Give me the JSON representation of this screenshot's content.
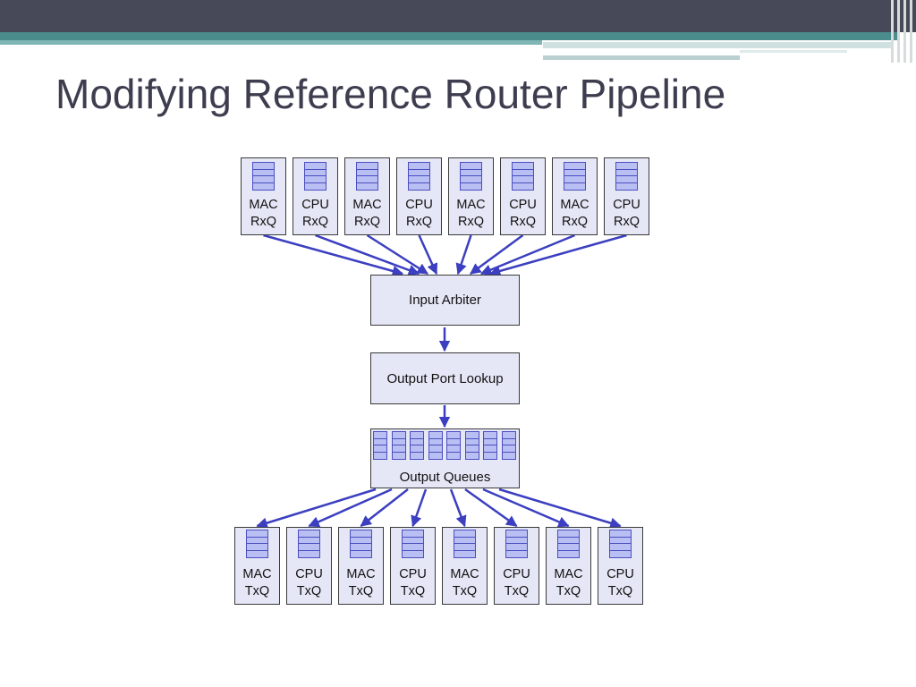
{
  "slide": {
    "title": "Modifying Reference Router Pipeline"
  },
  "diagram": {
    "rx_queues": [
      {
        "line1": "MAC",
        "line2": "RxQ"
      },
      {
        "line1": "CPU",
        "line2": "RxQ"
      },
      {
        "line1": "MAC",
        "line2": "RxQ"
      },
      {
        "line1": "CPU",
        "line2": "RxQ"
      },
      {
        "line1": "MAC",
        "line2": "RxQ"
      },
      {
        "line1": "CPU",
        "line2": "RxQ"
      },
      {
        "line1": "MAC",
        "line2": "RxQ"
      },
      {
        "line1": "CPU",
        "line2": "RxQ"
      }
    ],
    "input_arbiter": "Input Arbiter",
    "output_port_lookup": "Output Port Lookup",
    "output_queues": "Output Queues",
    "tx_queues": [
      {
        "line1": "MAC",
        "line2": "TxQ"
      },
      {
        "line1": "CPU",
        "line2": "TxQ"
      },
      {
        "line1": "MAC",
        "line2": "TxQ"
      },
      {
        "line1": "CPU",
        "line2": "TxQ"
      },
      {
        "line1": "MAC",
        "line2": "TxQ"
      },
      {
        "line1": "CPU",
        "line2": "TxQ"
      },
      {
        "line1": "MAC",
        "line2": "TxQ"
      },
      {
        "line1": "CPU",
        "line2": "TxQ"
      }
    ],
    "colors": {
      "box_fill": "#e6e7f6",
      "queue_fill": "#b9bff3",
      "queue_stroke": "#4a4fbf",
      "arrow": "#3b3fc0",
      "title": "#3d3d4f",
      "header_dark": "#474858",
      "header_teal": "#4b8c8c"
    }
  }
}
